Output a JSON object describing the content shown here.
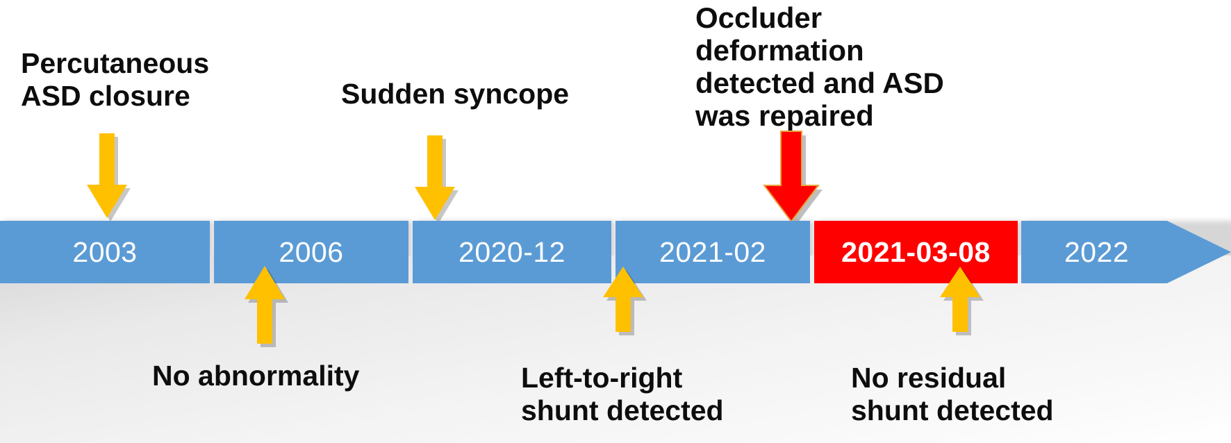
{
  "diagram": {
    "type": "timeline",
    "title_present": false,
    "colors": {
      "bar_blue": "#5B9BD5",
      "bar_red": "#FE0000",
      "arrow_yellow": "#FFC000",
      "arrow_red": "#FF0000",
      "text_dark": "#0D0D0D",
      "segment_label": "#FFFFFF"
    },
    "segments": [
      {
        "id": "seg-2003",
        "label": "2003",
        "color": "#5B9BD5",
        "highlight": false
      },
      {
        "id": "seg-2006",
        "label": "2006",
        "color": "#5B9BD5",
        "highlight": false
      },
      {
        "id": "seg-2020-12",
        "label": "2020-12",
        "color": "#5B9BD5",
        "highlight": false
      },
      {
        "id": "seg-2021-02",
        "label": "2021-02",
        "color": "#5B9BD5",
        "highlight": false
      },
      {
        "id": "seg-2021-03-08",
        "label": "2021-03-08",
        "color": "#FE0000",
        "highlight": true
      },
      {
        "id": "seg-2022",
        "label": "2022",
        "color": "#5B9BD5",
        "highlight": false
      }
    ],
    "callouts_above": [
      {
        "id": "callout-percutaneous-asd-closure",
        "text": "Percutaneous\nASD closure",
        "arrow": "down-arrow-yellow",
        "for_segment": "2003"
      },
      {
        "id": "callout-sudden-syncope",
        "text": "Sudden syncope",
        "arrow": "down-arrow-yellow",
        "for_segment": "2020-12"
      },
      {
        "id": "callout-occluder-deformation",
        "text": "Occluder\ndeformation\ndetected and ASD\nwas repaired",
        "arrow": "down-arrow-red",
        "for_segment": "2021-03-08"
      }
    ],
    "callouts_below": [
      {
        "id": "callout-no-abnormality",
        "text": "No abnormality",
        "arrow": "up-arrow-yellow",
        "for_segment": "2006"
      },
      {
        "id": "callout-left-to-right-shunt",
        "text": "Left-to-right\nshunt detected",
        "arrow": "up-arrow-yellow",
        "for_segment": "2021-02"
      },
      {
        "id": "callout-no-residual-shunt",
        "text": "No residual\nshunt detected",
        "arrow": "up-arrow-yellow",
        "for_segment": "2022"
      }
    ]
  }
}
